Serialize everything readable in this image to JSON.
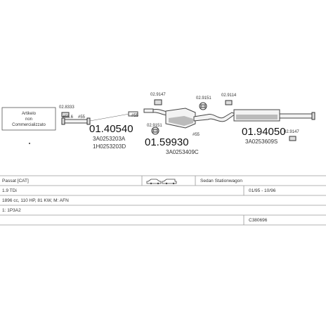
{
  "artikel_box": {
    "line1": "Artikelo",
    "line2": "non",
    "line3": "Commercializzato"
  },
  "labels": {
    "clamp_left": "02.8333",
    "ref_55_6": "#55.6",
    "ref_55_a": "#55",
    "ref_55_b": "#55",
    "ref_55_c": "#55",
    "part1_main": "01.40540",
    "part1_sub1": "3A0253203A",
    "part1_sub2": "1H0253203D",
    "bracket_a": "02.9147",
    "bracket_b": "02.9151",
    "bracket_c": "02.9151",
    "bracket_d": "02.9114",
    "bracket_e": "02.9147",
    "part2_main": "01.59930",
    "part2_sub": "3A0253409C",
    "part3_main": "01.94050",
    "part3_sub": "3A0253609S"
  },
  "table": {
    "model": "Passat  [CAT]",
    "body": "Sedan Stationwagon",
    "engine": "1.9 TDi",
    "years": "01/95 - 10/96",
    "specs": "1896 cc, 110 HP, 81 KW, M: AFN",
    "chassis": "1: 1P3A2",
    "code": "C380696"
  },
  "icons": [
    "sedan-icon",
    "wagon-icon"
  ]
}
